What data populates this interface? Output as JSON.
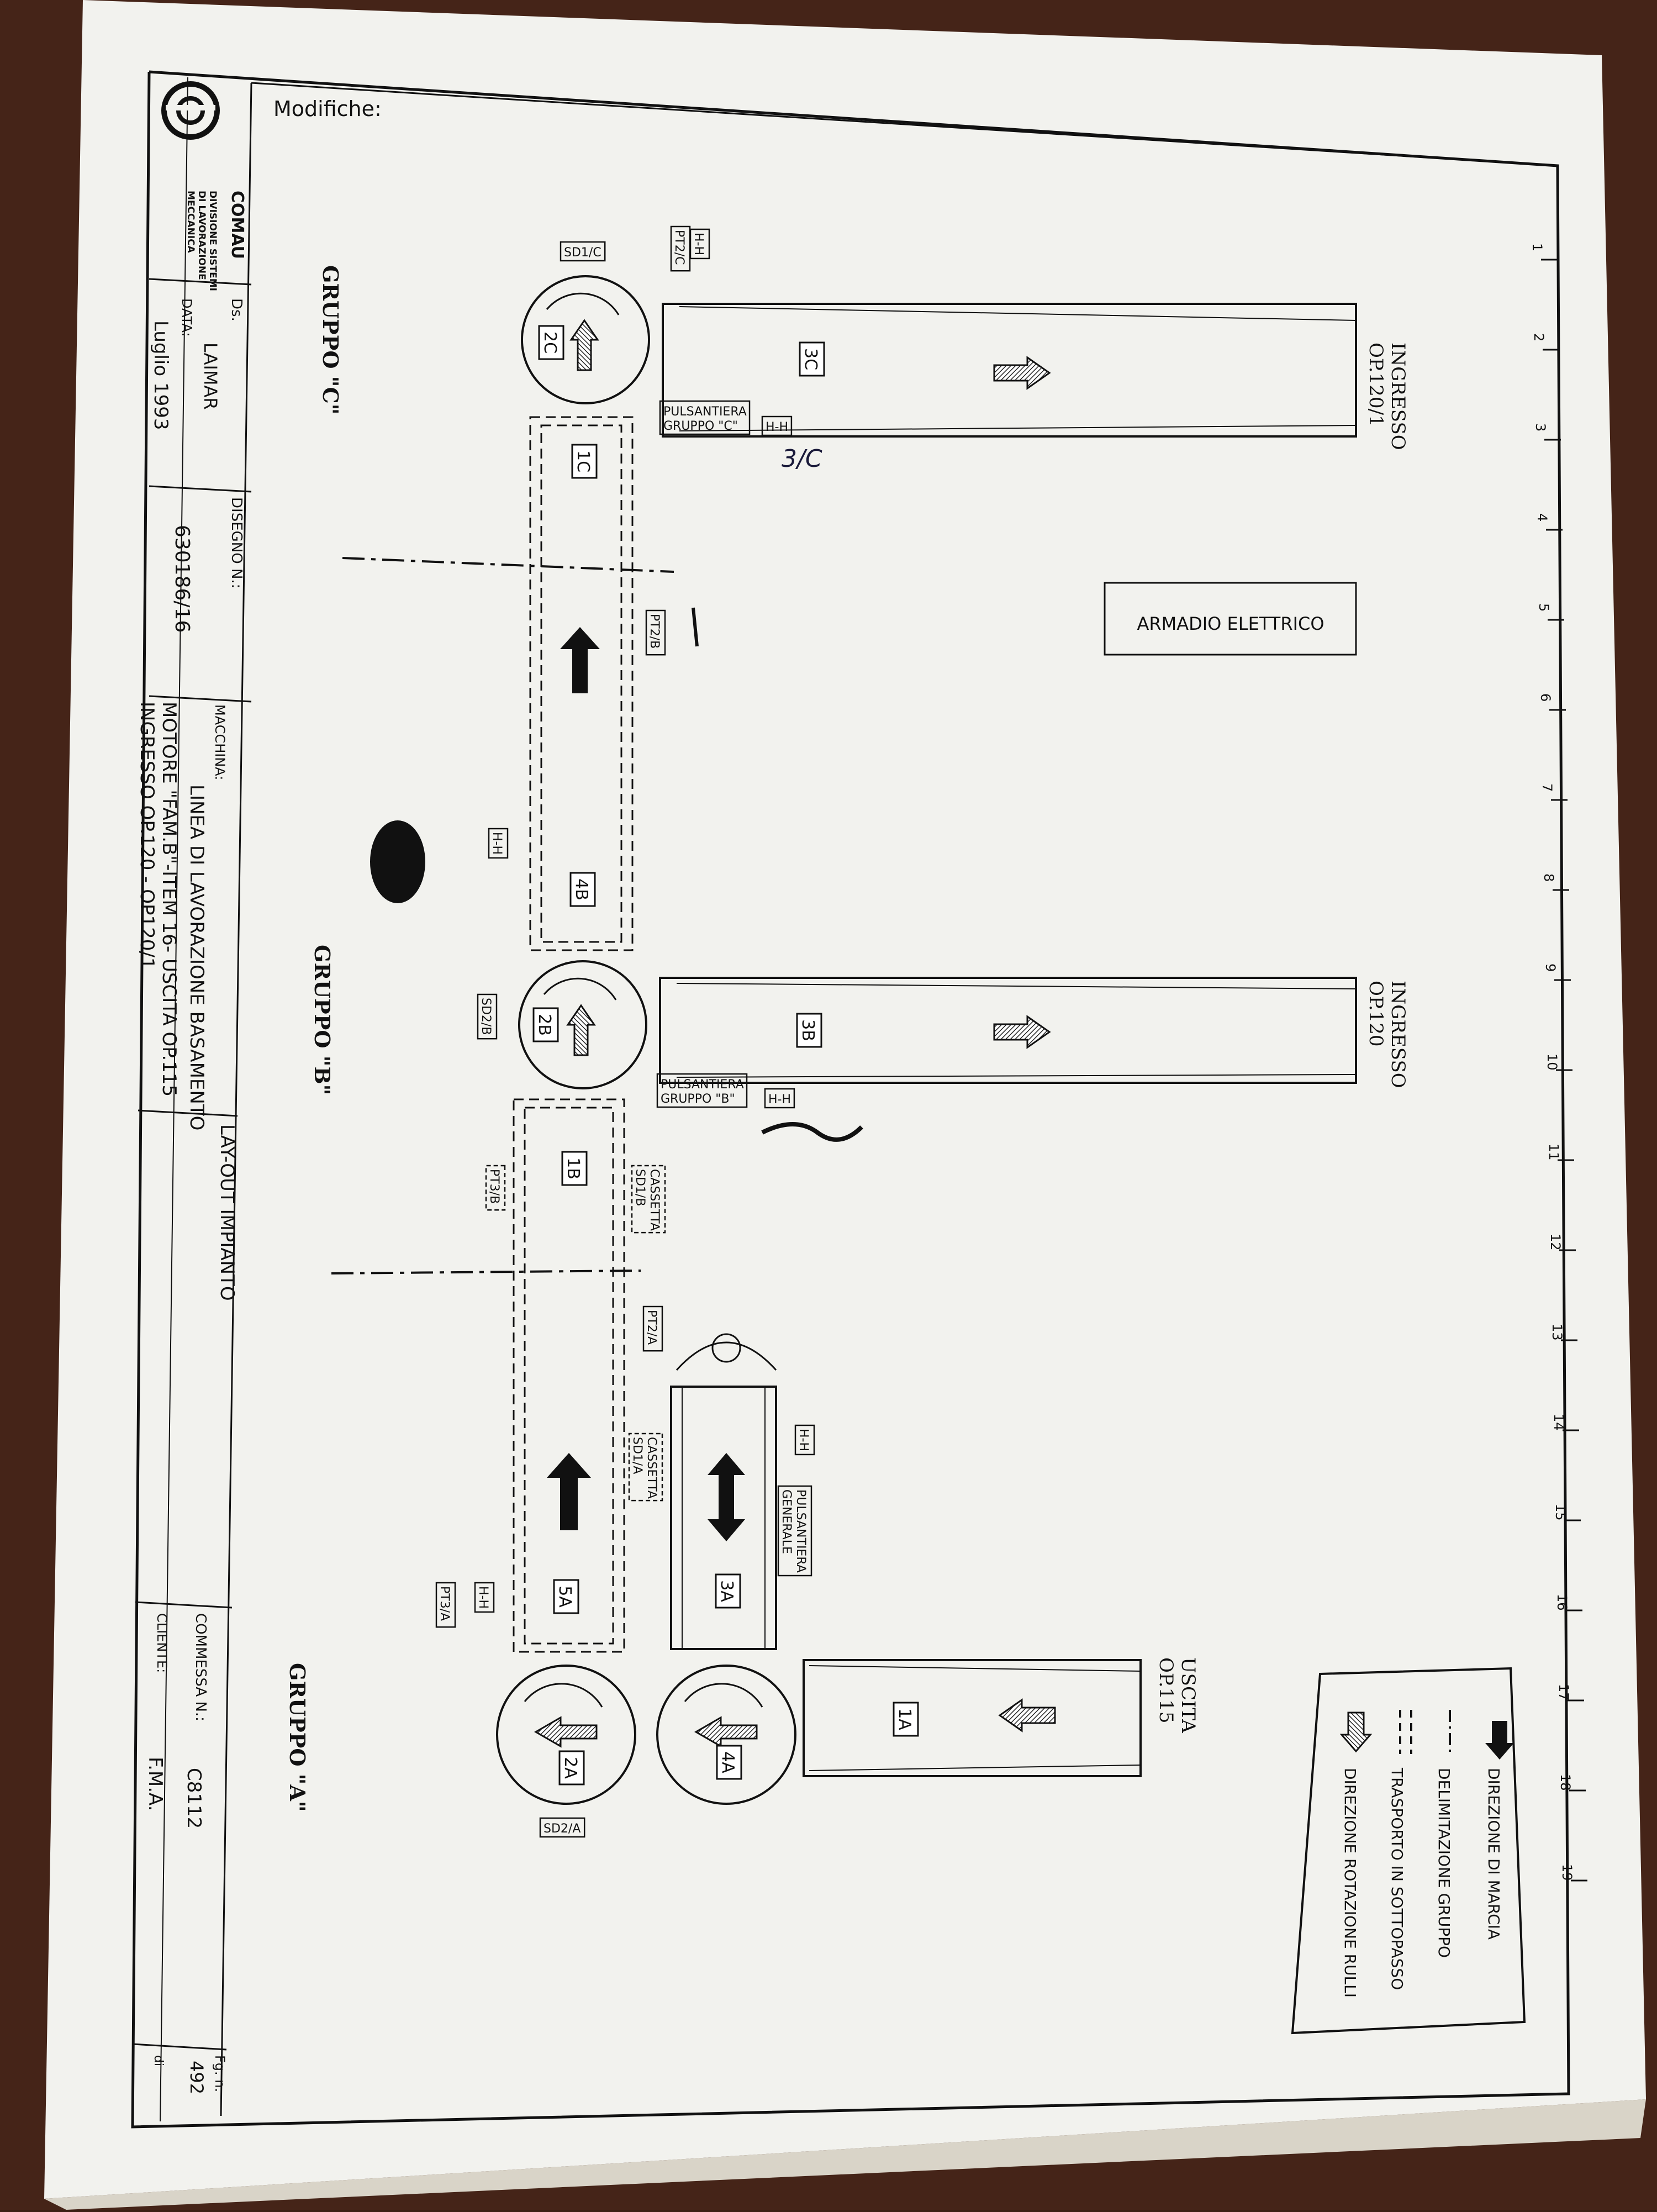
{
  "title_block": {
    "company": "COMAU",
    "division": [
      "DIVISIONE SISTEMI",
      "DI LAVORAZIONE",
      "MECCANICA"
    ],
    "modifications_label": "Modifiche:",
    "ds_label": "Ds.",
    "ds_value": "LAIMAR",
    "date_label": "DATA:",
    "date_value": "Luglio 1993",
    "drawing_label": "DISEGNO N.:",
    "drawing_value": "630186/16",
    "machine_label": "MACCHINA:",
    "machine_lines": [
      "LINEA DI LAVORAZIONE BASAMENTO",
      "MOTORE \"FAM.B\"-ITEM 16- USCITA OP.115",
      "INGRESSO OP.120 - OP120/1"
    ],
    "layout_title": "LAY-OUT IMPIANTO",
    "order_label": "COMMESSA N.:",
    "order_value": "C8112",
    "client_label": "CLIENTE:",
    "client_value": "F.M.A.",
    "sheet_label": "Fg. n.",
    "sheet_value": "492",
    "of_label": "di"
  },
  "legend": [
    {
      "icon": "solid-arrow-icon",
      "label": "DIREZIONE DI MARCIA"
    },
    {
      "icon": "dash-dot-line-icon",
      "label": "DELIMITAZIONE GRUPPO"
    },
    {
      "icon": "dashed-line-icon",
      "label": "TRASPORTO IN SOTTOPASSO"
    },
    {
      "icon": "hatched-arrow-icon",
      "label": "DIREZIONE ROTAZIONE RULLI"
    }
  ],
  "scale_ticks": [
    "1",
    "2",
    "3",
    "4",
    "5",
    "6",
    "7",
    "8",
    "9",
    "10",
    "11",
    "12",
    "13",
    "14",
    "15",
    "16",
    "17",
    "18",
    "19"
  ],
  "groups": {
    "c": "GRUPPO \"C\"",
    "b": "GRUPPO \"B\"",
    "a": "GRUPPO \"A\""
  },
  "stations": {
    "in_1201": [
      "INGRESSO",
      "OP.120/1"
    ],
    "in_120": [
      "INGRESSO",
      "OP.120"
    ],
    "out_115": [
      "USCITA",
      "OP.115"
    ]
  },
  "cabinet": "ARMADIO ELETTRICO",
  "units": {
    "u3c": "3C",
    "u2c": "2C",
    "u1c": "1C",
    "u4b": "4B",
    "u2b": "2B",
    "u3b": "3B",
    "u1b": "1B",
    "u5a": "5A",
    "u3a": "3A",
    "u2a": "2A",
    "u4a": "4A",
    "u1a": "1A"
  },
  "tags": {
    "sd1c": "SD1/C",
    "pt2c": "PT2/C",
    "pt2b": "PT2/B",
    "sd2b": "SD2/B",
    "pt3b": "PT3/B",
    "pt2a": "PT2/A",
    "pt3a": "PT3/A",
    "sd2a": "SD2/A",
    "hh": "H-H",
    "pulsantiera_c": [
      "PULSANTIERA",
      "GRUPPO \"C\""
    ],
    "pulsantiera_b": [
      "PULSANTIERA",
      "GRUPPO \"B\""
    ],
    "pulsantiera_gen": [
      "PULSANTIERA",
      "GENERALE"
    ],
    "cassetta_b": [
      "CASSETTA",
      "SD1/B"
    ],
    "cassetta_a": [
      "CASSETTA",
      "SD1/A"
    ]
  },
  "handwritten": {
    "note_3c": "3/C"
  },
  "colors": {
    "background": "#3b1f14",
    "paper": "#f2f2ee",
    "ink": "#111111",
    "handwriting": "#1a1a3a"
  }
}
